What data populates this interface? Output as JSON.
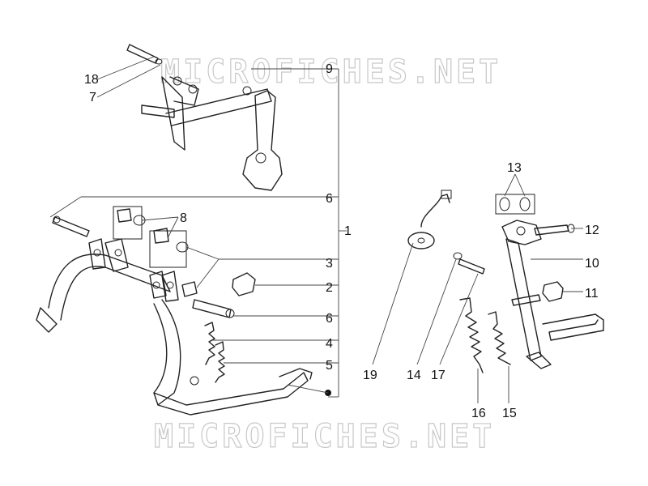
{
  "watermark": {
    "text": "MICROFICHES.NET"
  },
  "labels": {
    "l1": "1",
    "l2": "2",
    "l3": "3",
    "l4": "4",
    "l5": "5",
    "l6a": "6",
    "l6b": "6",
    "l7": "7",
    "l8": "8",
    "l9": "9",
    "l10": "10",
    "l11": "11",
    "l12": "12",
    "l13": "13",
    "l14": "14",
    "l15": "15",
    "l16": "16",
    "l17": "17",
    "l18": "18",
    "l19": "19"
  }
}
